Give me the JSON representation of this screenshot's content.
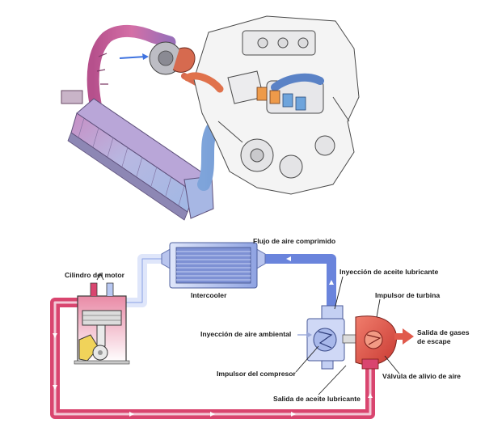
{
  "labels": {
    "compressed_air_flow": "Flujo de aire comprimido",
    "engine_cylinder": "Cilindro del motor",
    "intercooler": "Intercooler",
    "oil_injection": "Inyección de aceite lubricante",
    "turbine_impeller": "Impulsor de turbina",
    "ambient_air_injection": "Inyección de aire ambiental",
    "exhaust_outlet": "Salida de gases de escape",
    "compressor_impeller": "Impulsor del compresor",
    "relief_valve": "Válvula de alivio de aire",
    "oil_outlet": "Salida de aceite lubricante"
  },
  "colors": {
    "cold_air": "#7d92dc",
    "cold_air_light": "#dfe6fa",
    "hot_gas": "#d9456f",
    "hot_gas_dark": "#b8325a",
    "turbine": "#e05a4c",
    "engine_outline": "#4a4a4a"
  }
}
